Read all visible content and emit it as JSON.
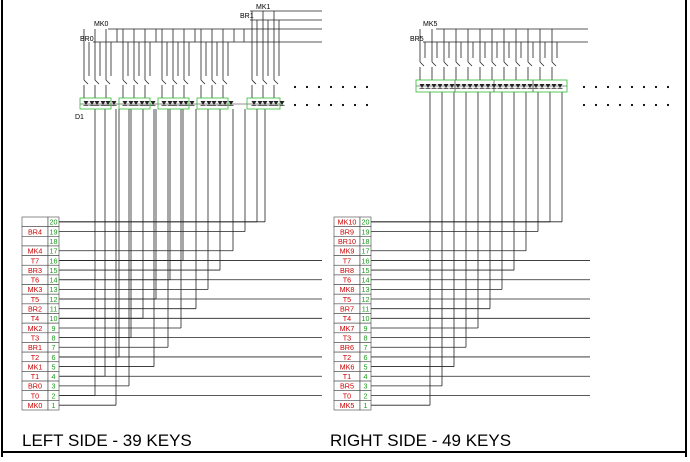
{
  "left": {
    "caption": "LEFT SIDE - 39 KEYS",
    "labels": {
      "mk_top": "MK0",
      "br_top": "BR0",
      "mk_mid": "MK1",
      "br_mid": "BR1",
      "diode": "D1"
    },
    "pins": [
      {
        "num": "20",
        "label": ""
      },
      {
        "num": "19",
        "label": "BR4"
      },
      {
        "num": "18",
        "label": ""
      },
      {
        "num": "17",
        "label": "MK4"
      },
      {
        "num": "16",
        "label": "T7"
      },
      {
        "num": "15",
        "label": "BR3"
      },
      {
        "num": "14",
        "label": "T6"
      },
      {
        "num": "13",
        "label": "MK3"
      },
      {
        "num": "12",
        "label": "T5"
      },
      {
        "num": "11",
        "label": "BR2"
      },
      {
        "num": "10",
        "label": "T4"
      },
      {
        "num": "9",
        "label": "MK2"
      },
      {
        "num": "8",
        "label": "T3"
      },
      {
        "num": "7",
        "label": "BR1"
      },
      {
        "num": "6",
        "label": "T2"
      },
      {
        "num": "5",
        "label": "MK1"
      },
      {
        "num": "4",
        "label": "T1"
      },
      {
        "num": "3",
        "label": "BR0"
      },
      {
        "num": "2",
        "label": "T0"
      },
      {
        "num": "1",
        "label": "MK0"
      }
    ]
  },
  "right": {
    "caption": "RIGHT SIDE - 49 KEYS",
    "labels": {
      "mk_top": "MK5",
      "br_top": "BR5"
    },
    "pins": [
      {
        "num": "20",
        "label": "MK10"
      },
      {
        "num": "19",
        "label": "BR9"
      },
      {
        "num": "18",
        "label": "BR10"
      },
      {
        "num": "17",
        "label": "MK9"
      },
      {
        "num": "16",
        "label": "T7"
      },
      {
        "num": "15",
        "label": "BR8"
      },
      {
        "num": "14",
        "label": "T6"
      },
      {
        "num": "13",
        "label": "MK8"
      },
      {
        "num": "12",
        "label": "T5"
      },
      {
        "num": "11",
        "label": "BR7"
      },
      {
        "num": "10",
        "label": "T4"
      },
      {
        "num": "9",
        "label": "MK7"
      },
      {
        "num": "8",
        "label": "T3"
      },
      {
        "num": "7",
        "label": "BR6"
      },
      {
        "num": "6",
        "label": "T2"
      },
      {
        "num": "5",
        "label": "MK6"
      },
      {
        "num": "4",
        "label": "T1"
      },
      {
        "num": "3",
        "label": "BR5"
      },
      {
        "num": "2",
        "label": "T0"
      },
      {
        "num": "1",
        "label": "MK5"
      }
    ]
  },
  "colors": {
    "label_red": "#cc0000",
    "pin_green": "#1a9a1a",
    "wire": "#222222",
    "diode_box": "#33bb33"
  }
}
